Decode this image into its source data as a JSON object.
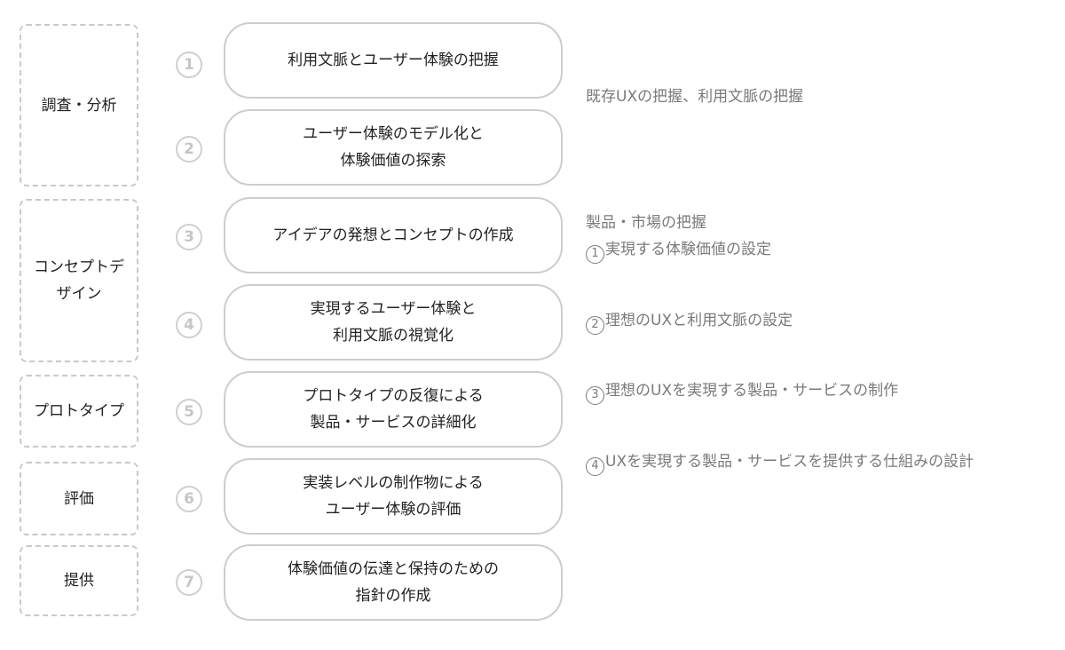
{
  "phases": [
    {
      "label": "調査・分析"
    },
    {
      "label": "コンセプトデ\nザイン"
    },
    {
      "label": "プロトタイプ"
    },
    {
      "label": "評価"
    },
    {
      "label": "提供"
    }
  ],
  "steps": [
    {
      "num": "1",
      "label": "利用文脈とユーザー体験の把握"
    },
    {
      "num": "2",
      "label": "ユーザー体験のモデル化と\n体験価値の探索"
    },
    {
      "num": "3",
      "label": "アイデアの発想とコンセプトの作成"
    },
    {
      "num": "4",
      "label": "実現するユーザー体験と\n利用文脈の視覚化"
    },
    {
      "num": "5",
      "label": "プロトタイプの反復による\n製品・サービスの詳細化"
    },
    {
      "num": "6",
      "label": "実装レベルの制作物による\nユーザー体験の評価"
    },
    {
      "num": "7",
      "label": "体験価値の伝達と保持のための\n指針の作成"
    }
  ],
  "notes": {
    "analysis": "既存UXの把握、利用文脈の把握",
    "market": "製品・市場の把握",
    "items": [
      {
        "num": "1",
        "text": "実現する体験価値の設定"
      },
      {
        "num": "2",
        "text": "理想のUXと利用文脈の設定"
      },
      {
        "num": "3",
        "text": "理想のUXを実現する製品・サービスの制作"
      },
      {
        "num": "4",
        "text": "UXを実現する製品・サービスを提供する仕組みの設計"
      }
    ]
  }
}
